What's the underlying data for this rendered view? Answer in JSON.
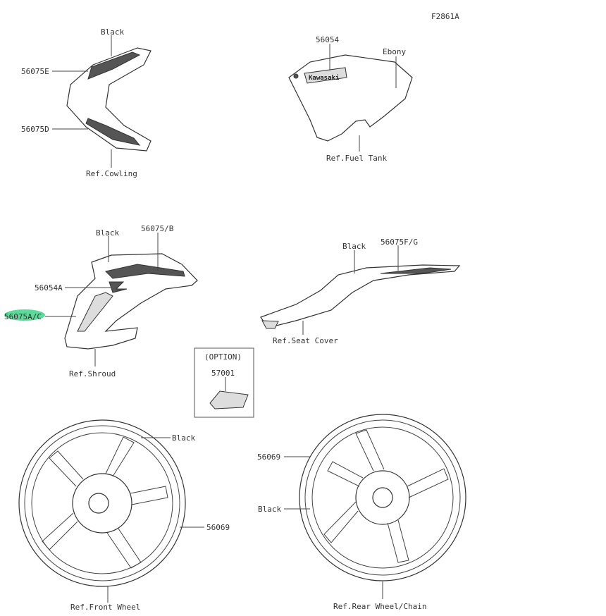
{
  "diagram_id": "F2861A",
  "highlight_color": "#5fd99a",
  "labels": {
    "cowl_black": "Black",
    "cowl_e": "56075E",
    "cowl_d": "56075D",
    "cowl_ref": "Ref.Cowling",
    "tank_part": "56054",
    "tank_color": "Ebony",
    "tank_ref": "Ref.Fuel Tank",
    "tank_logo": "Kawasaki",
    "shroud_black": "Black",
    "shroud_b": "56075/B",
    "shroud_a": "56054A",
    "shroud_ac": "56075A/C",
    "shroud_ref": "Ref.Shroud",
    "seat_black": "Black",
    "seat_fg": "56075F/G",
    "seat_ref": "Ref.Seat Cover",
    "option_title": "(OPTION)",
    "option_part": "57001",
    "fw_black": "Black",
    "fw_part": "56069",
    "fw_ref": "Ref.Front Wheel",
    "rw_part": "56069",
    "rw_black": "Black",
    "rw_ref": "Ref.Rear Wheel/Chain"
  }
}
